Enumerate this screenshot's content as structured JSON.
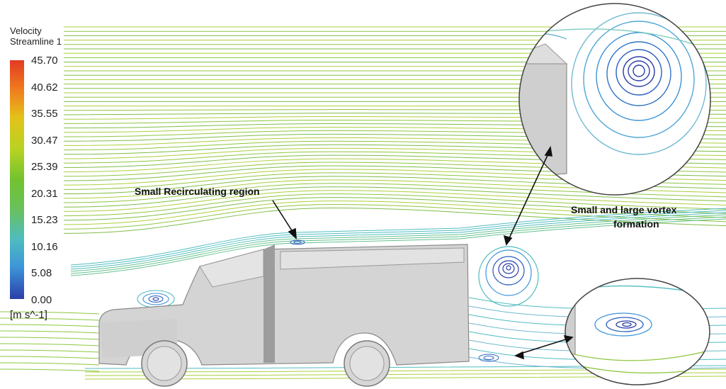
{
  "legend": {
    "title_line1": "Velocity",
    "title_line2": "Streamline 1",
    "ticks": [
      "45.70",
      "40.62",
      "35.55",
      "30.47",
      "25.39",
      "20.31",
      "15.23",
      "10.16",
      "5.08",
      "0.00"
    ],
    "unit": "[m s^-1]"
  },
  "annotations": {
    "recirc": "Small Recirculating region",
    "vortex_line1": "Small and large vortex",
    "vortex_line2": "formation"
  },
  "colors": {
    "freestream": "#8ec63f",
    "boundary": "#4fbcc0",
    "vortex_core": "#2a3ea8",
    "vehicle": "#d4d4d4"
  }
}
